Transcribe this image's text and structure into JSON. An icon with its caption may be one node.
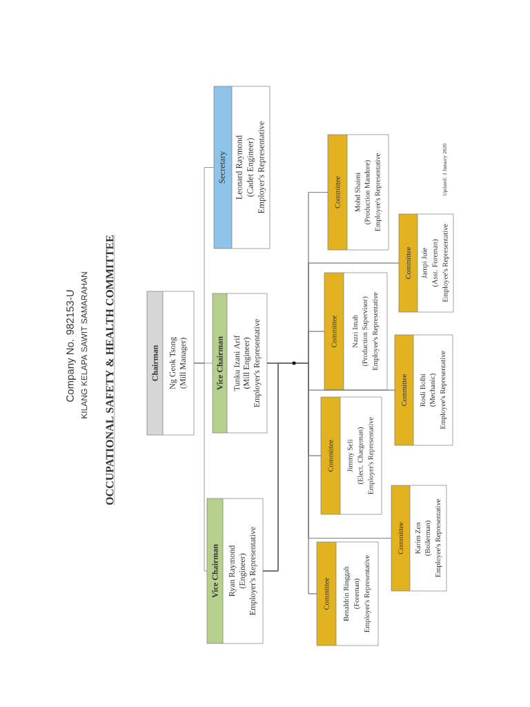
{
  "diagram": {
    "title": "OCCUPATIONAL SAFETY & HEALTH COMMITTEE",
    "nodes": [
      {
        "text": [
          "Chairman",
          "Ng Geok Tsong",
          "(Mill Manager)"
        ]
      },
      {
        "text": [
          "Vice Chairman",
          "Ryan Raymond",
          "(Engineer)",
          "Employer's Representative"
        ]
      },
      {
        "text": [
          "Vice Chairman",
          "Tunku Izani Arif",
          "(Mill Engineer)",
          "Employer's Representative"
        ]
      },
      {
        "text": [
          "Secretary",
          "Leonard Raymond",
          "(Cadet Engineer)",
          "Employer's Representative"
        ]
      },
      {
        "text": [
          "Committee",
          "Benaldrin Ringgah",
          "(Foreman)",
          "Employer's Representative"
        ]
      },
      {
        "text": [
          "Committee",
          "Jimmy Seli",
          "(Elect. Chargeman)",
          "Employer's Representative"
        ]
      },
      {
        "text": [
          "Committee",
          "Nazri Imah",
          "(Production Supervisor)",
          "Employee's Representative"
        ]
      },
      {
        "text": [
          "Committee",
          "Mohd Shaimi",
          "(Production Mandore)",
          "Employee's Representative"
        ]
      },
      {
        "text": [
          "Committee",
          "Karim Zen",
          "(Boilerman)",
          "Employee's Representative"
        ]
      },
      {
        "text": [
          "Committee",
          "Rosli Bolhi",
          "(Mechanic)",
          "Employee's Representative"
        ]
      },
      {
        "text": [
          "Committee",
          "Jampi Juie",
          "(Asst. Foreman)",
          "Employee's Representative"
        ]
      }
    ],
    "edges": [
      {
        "from": 0,
        "to": 1,
        "arrow": "none"
      },
      {
        "from": 0,
        "to": 2,
        "arrow": "none"
      },
      {
        "from": 0,
        "to": 3,
        "arrow": "none"
      },
      {
        "from": 2,
        "to": 4,
        "arrow": "none"
      },
      {
        "from": 2,
        "to": 5,
        "arrow": "none"
      },
      {
        "from": 2,
        "to": 6,
        "arrow": "none"
      },
      {
        "from": 2,
        "to": 7,
        "arrow": "none"
      },
      {
        "from": 2,
        "to": 8,
        "arrow": "none"
      },
      {
        "from": 2,
        "to": 9,
        "arrow": "none"
      },
      {
        "from": 2,
        "to": 10,
        "arrow": "none"
      },
      {
        "from": 1,
        "to": 4,
        "arrow": "none"
      },
      {
        "from": 1,
        "to": 5,
        "arrow": "none"
      },
      {
        "from": 1,
        "to": 6,
        "arrow": "none"
      },
      {
        "from": 1,
        "to": 7,
        "arrow": "none"
      },
      {
        "from": 1,
        "to": 8,
        "arrow": "none"
      },
      {
        "from": 1,
        "to": 9,
        "arrow": "none"
      },
      {
        "from": 1,
        "to": 10,
        "arrow": "none"
      }
    ],
    "labels": [
      "Company No. 982153-U",
      "KILANG KELAPA SAWIT SAMARAHAN",
      "Updated: 1 January 2020"
    ]
  }
}
